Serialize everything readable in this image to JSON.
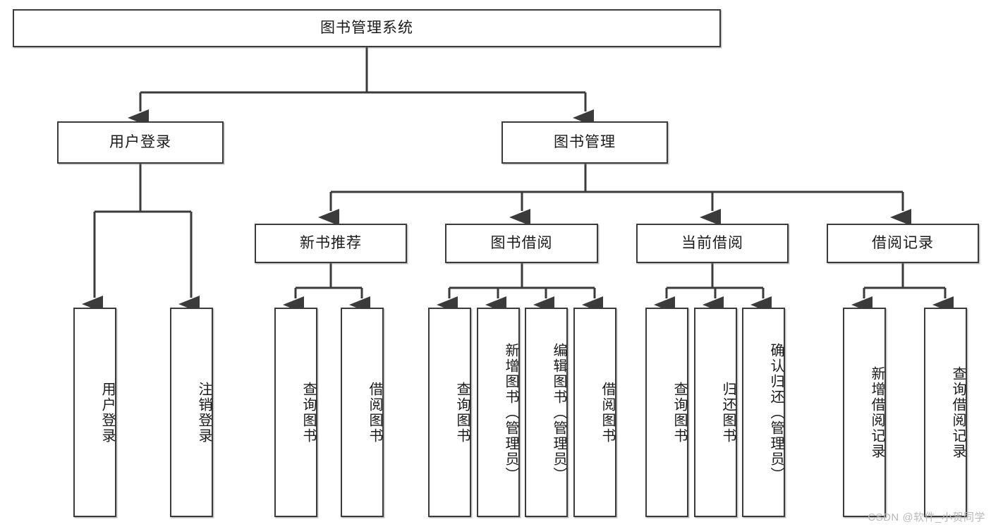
{
  "diagram": {
    "title": "图书管理系统",
    "type": "hierarchy-tree",
    "levels": 4,
    "root": {
      "id": "root",
      "label": "图书管理系统"
    },
    "level2": [
      {
        "id": "user-login",
        "label": "用户登录"
      },
      {
        "id": "book-management",
        "label": "图书管理"
      }
    ],
    "level3": [
      {
        "id": "new-book-recommend",
        "label": "新书推荐",
        "parent": "book-management"
      },
      {
        "id": "book-borrow",
        "label": "图书借阅",
        "parent": "book-management"
      },
      {
        "id": "current-borrow",
        "label": "当前借阅",
        "parent": "book-management"
      },
      {
        "id": "borrow-record",
        "label": "借阅记录",
        "parent": "book-management"
      }
    ],
    "leaves": {
      "user_login": [
        {
          "id": "leaf-user-login",
          "label": "用户登录"
        },
        {
          "id": "leaf-logout-login",
          "label": "注销登录"
        }
      ],
      "new_book_recommend": [
        {
          "id": "leaf-query-book-1",
          "label": "查询图书"
        },
        {
          "id": "leaf-borrow-book-1",
          "label": "借阅图书"
        }
      ],
      "book_borrow": [
        {
          "id": "leaf-query-book-2",
          "label": "查询图书"
        },
        {
          "id": "leaf-add-book",
          "label": "新增图书（管理员）"
        },
        {
          "id": "leaf-edit-book",
          "label": "编辑图书（管理员）"
        },
        {
          "id": "leaf-borrow-book-2",
          "label": "借阅图书"
        }
      ],
      "current_borrow": [
        {
          "id": "leaf-query-book-3",
          "label": "查询图书"
        },
        {
          "id": "leaf-return-book",
          "label": "归还图书"
        },
        {
          "id": "leaf-confirm-return",
          "label": "确认归还（管理员）"
        }
      ],
      "borrow_record": [
        {
          "id": "leaf-add-borrow-record",
          "label": "新增借阅记录"
        },
        {
          "id": "leaf-query-borrow-record",
          "label": "查询借阅记录"
        }
      ]
    },
    "colors": {
      "stroke": "#3b3b3b",
      "fill": "#ffffff",
      "text": "#1a1a1a",
      "watermark": "#b9b9b9"
    }
  },
  "watermark": {
    "text": "CSDN @软件_小贺同学"
  }
}
